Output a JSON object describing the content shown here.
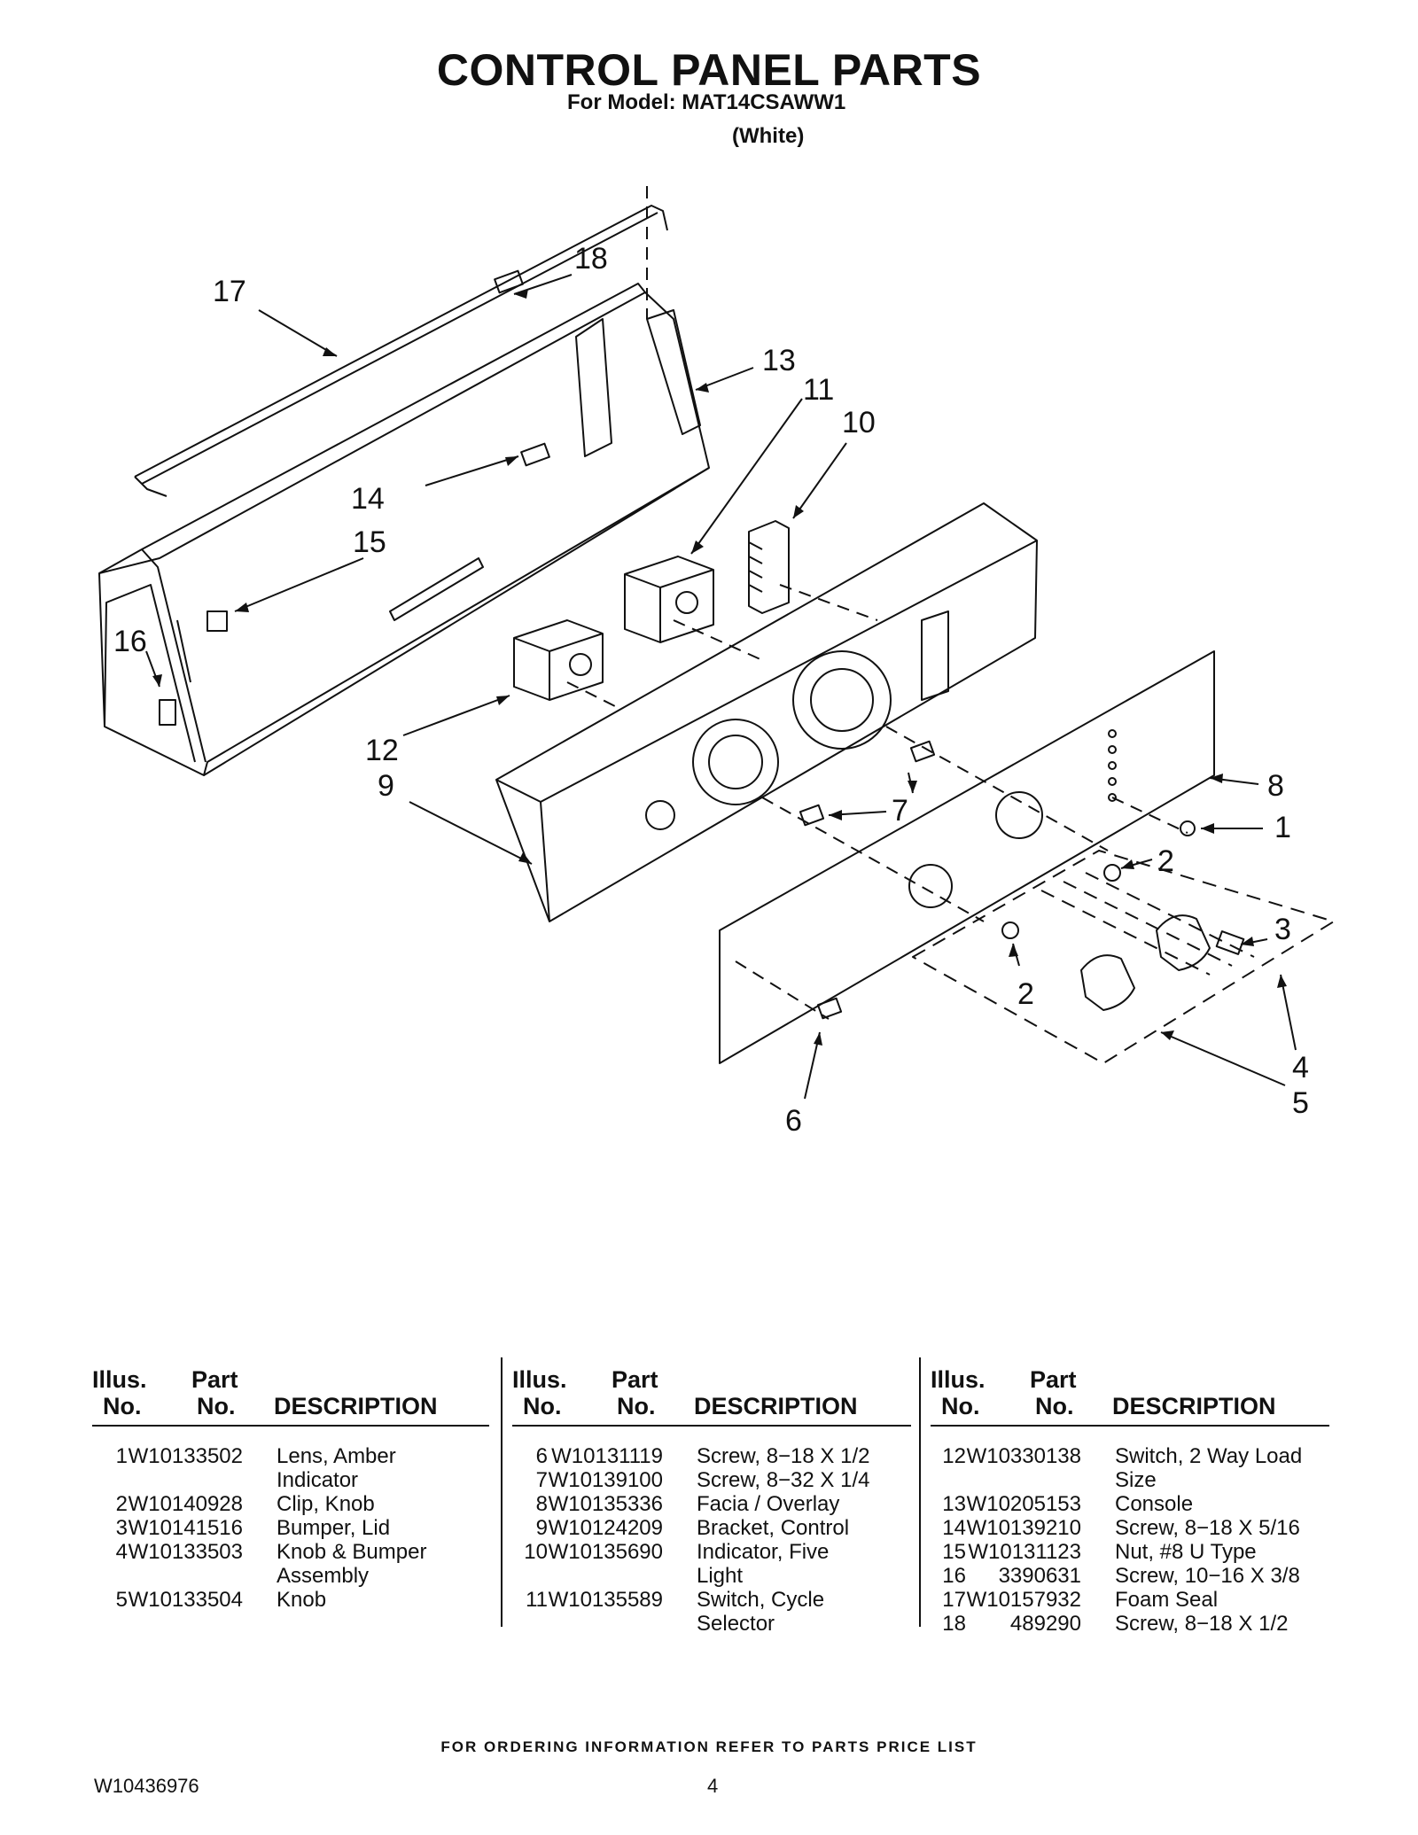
{
  "header": {
    "title": "CONTROL PANEL PARTS",
    "model_line": "For Model: MAT14CSAWW1",
    "color_line": "(White)"
  },
  "callouts": [
    "17",
    "18",
    "13",
    "11",
    "10",
    "14",
    "15",
    "16",
    "12",
    "9",
    "7",
    "8",
    "1",
    "2",
    "3",
    "2",
    "4",
    "5",
    "6"
  ],
  "table": {
    "headers": {
      "illus1": "Illus.",
      "illus2": "No.",
      "part1": "Part",
      "part2": "No.",
      "description": "DESCRIPTION"
    },
    "columns": [
      {
        "rows": [
          {
            "num": "1",
            "part": "W10133502",
            "line1": "Lens, Amber",
            "line2": "Indicator"
          },
          {
            "num": "2",
            "part": "W10140928",
            "line1": "Clip, Knob",
            "line2": ""
          },
          {
            "num": "3",
            "part": "W10141516",
            "line1": "Bumper, Lid",
            "line2": ""
          },
          {
            "num": "4",
            "part": "W10133503",
            "line1": "Knob & Bumper",
            "line2": "Assembly"
          },
          {
            "num": "5",
            "part": "W10133504",
            "line1": "Knob",
            "line2": ""
          }
        ]
      },
      {
        "rows": [
          {
            "num": "6",
            "part": "W10131119",
            "line1": "Screw, 8−18 X 1/2",
            "line2": ""
          },
          {
            "num": "7",
            "part": "W10139100",
            "line1": "Screw, 8−32 X 1/4",
            "line2": ""
          },
          {
            "num": "8",
            "part": "W10135336",
            "line1": "Facia / Overlay",
            "line2": ""
          },
          {
            "num": "9",
            "part": "W10124209",
            "line1": "Bracket, Control",
            "line2": ""
          },
          {
            "num": "10",
            "part": "W10135690",
            "line1": "Indicator, Five",
            "line2": "Light"
          },
          {
            "num": "11",
            "part": "W10135589",
            "line1": "Switch, Cycle",
            "line2": "Selector"
          }
        ]
      },
      {
        "rows": [
          {
            "num": "12",
            "part": "W10330138",
            "line1": "Switch, 2 Way Load",
            "line2": "Size"
          },
          {
            "num": "13",
            "part": "W10205153",
            "line1": "Console",
            "line2": ""
          },
          {
            "num": "14",
            "part": "W10139210",
            "line1": "Screw, 8−18 X 5/16",
            "line2": ""
          },
          {
            "num": "15",
            "part": "W10131123",
            "line1": "Nut, #8 U Type",
            "line2": ""
          },
          {
            "num": "16",
            "part": "3390631",
            "line1": "Screw, 10−16 X 3/8",
            "line2": ""
          },
          {
            "num": "17",
            "part": "W10157932",
            "line1": "Foam Seal",
            "line2": ""
          },
          {
            "num": "18",
            "part": "489290",
            "line1": "Screw, 8−18 X 1/2",
            "line2": ""
          }
        ]
      }
    ]
  },
  "footer": {
    "ordering_note": "FOR ORDERING INFORMATION REFER TO PARTS PRICE LIST",
    "document_number": "W10436976",
    "page_number": "4"
  }
}
